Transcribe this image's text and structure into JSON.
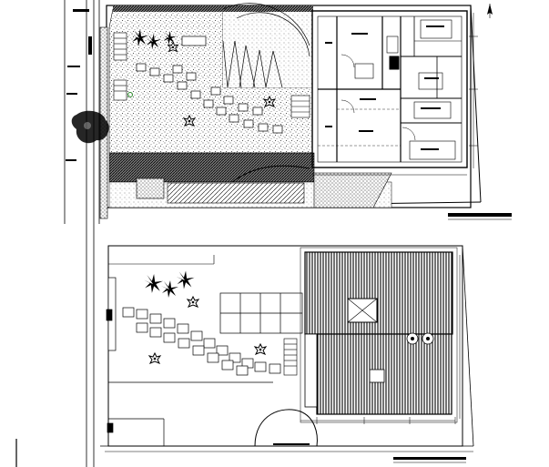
{
  "drawing": {
    "kind": "architectural site plan (CAD)",
    "colors": {
      "ink": "#000000",
      "paper": "#ffffff",
      "hatch": "#333333"
    },
    "north_arrow_icon": "north-arrow-icon",
    "top_plan": {
      "parts": [
        "site-boundary",
        "gravel-garden",
        "stepping-stone-path",
        "palm-trees",
        "shrubs",
        "building-floor-plan",
        "hatched-paving",
        "scale-bar"
      ]
    },
    "bottom_plan": {
      "parts": [
        "site-boundary",
        "stepping-stone-path",
        "palm-trees",
        "shrubs",
        "parking-bays",
        "roof-plan",
        "driveway-arc",
        "scale-bar"
      ]
    }
  }
}
